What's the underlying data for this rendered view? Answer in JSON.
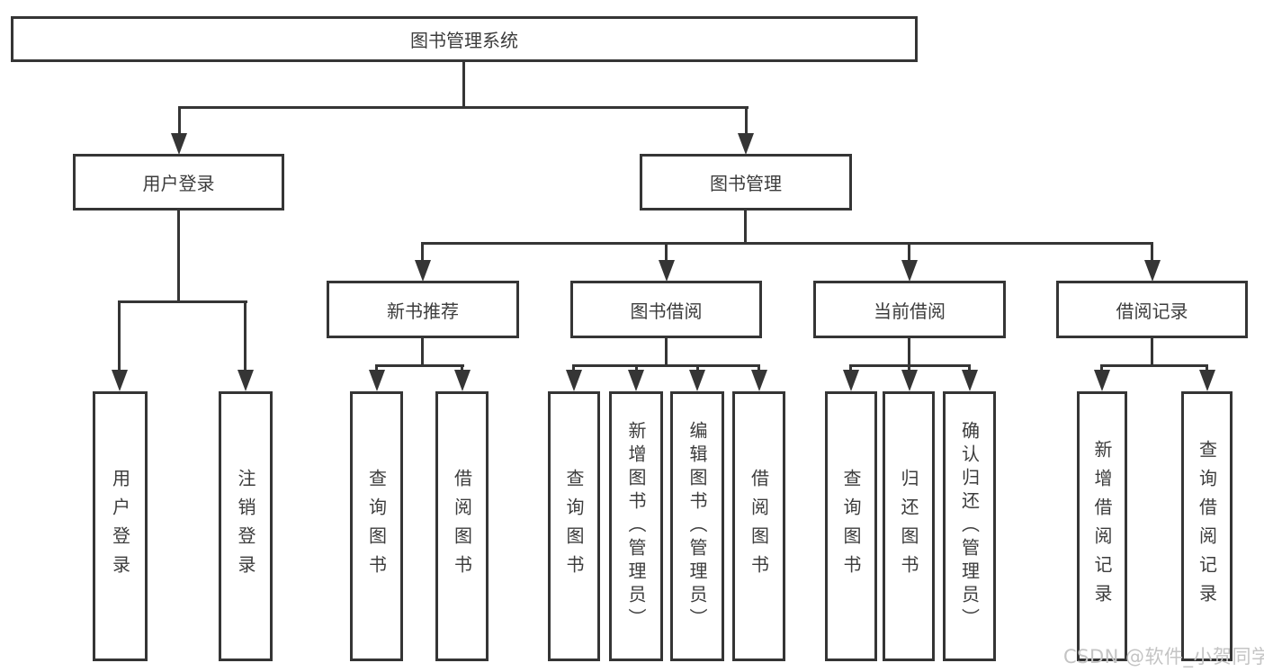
{
  "diagram": {
    "type": "function-structure-tree",
    "title": "图书管理系统",
    "structure": {
      "root": "图书管理系统",
      "children": [
        {
          "label": "用户登录",
          "children": [
            "用户登录",
            "注销登录"
          ]
        },
        {
          "label": "图书管理",
          "children": [
            {
              "label": "新书推荐",
              "children": [
                "查询图书",
                "借阅图书"
              ]
            },
            {
              "label": "图书借阅",
              "children": [
                "查询图书",
                "新增图书（管理员）",
                "编辑图书（管理员）",
                "借阅图书"
              ]
            },
            {
              "label": "当前借阅",
              "children": [
                "查询图书",
                "归还图书",
                "确认归还（管理员）"
              ]
            },
            {
              "label": "借阅记录",
              "children": [
                "新增借阅记录",
                "查询借阅记录"
              ]
            }
          ]
        }
      ]
    },
    "colors": {
      "line": "#353535",
      "text": "#3c3c3c",
      "background": "#ffffff"
    }
  },
  "nodes": {
    "root": {
      "label": "图书管理系统"
    },
    "user_login": {
      "label": "用户登录"
    },
    "book_mgmt": {
      "label": "图书管理"
    },
    "new_book_rec": {
      "label": "新书推荐"
    },
    "book_borrow": {
      "label": "图书借阅"
    },
    "current_borrow": {
      "label": "当前借阅"
    },
    "borrow_record": {
      "label": "借阅记录"
    },
    "leaf_user_login": {
      "label": "用户登录"
    },
    "leaf_logout": {
      "label": "注销登录"
    },
    "leaf_query_book_a": {
      "label": "查询图书"
    },
    "leaf_borrow_book_a": {
      "label": "借阅图书"
    },
    "leaf_query_book_b": {
      "label": "查询图书"
    },
    "leaf_add_book": {
      "label": "新增图书（管理员）"
    },
    "leaf_edit_book": {
      "label": "编辑图书（管理员）"
    },
    "leaf_borrow_book_b": {
      "label": "借阅图书"
    },
    "leaf_query_book_c": {
      "label": "查询图书"
    },
    "leaf_return_book": {
      "label": "归还图书"
    },
    "leaf_confirm_return": {
      "label": "确认归还（管理员）"
    },
    "leaf_add_record": {
      "label": "新增借阅记录"
    },
    "leaf_query_record": {
      "label": "查询借阅记录"
    }
  },
  "watermark": {
    "text": "CSDN @软件_小贺同学",
    "color": "#c4c4c4"
  }
}
